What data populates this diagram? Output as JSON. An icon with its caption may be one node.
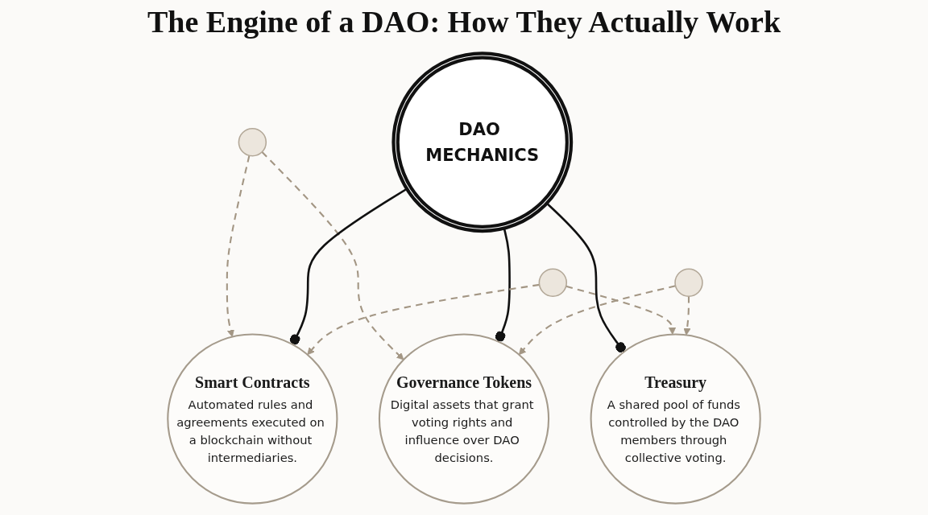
{
  "diagram": {
    "title": "The Engine of a DAO: How They Actually Work",
    "nodes": [
      {
        "text": [],
        "shape": "circle"
      },
      {
        "text": [
          "Smart Contracts",
          "Automated rules and agreements executed on a blockchain without intermediaries."
        ]
      },
      {
        "text": [
          "DAO MECHANICS"
        ]
      },
      {
        "text": [
          "Governance Tokens",
          "Digital assets that grant voting rights and influence over DAO decisions."
        ]
      },
      {
        "text": [],
        "shape": "circle"
      },
      {
        "text": [
          "Treasury",
          "A shared pool of funds controlled by the DAO members through collective voting."
        ]
      },
      {
        "text": [],
        "shape": "circle"
      }
    ],
    "edges": [
      {
        "from": 0,
        "to": 1,
        "arrow": "to",
        "style": "dashed"
      },
      {
        "from": 0,
        "to": 3,
        "arrow": "to",
        "style": "dashed"
      },
      {
        "from": 2,
        "to": 1,
        "arrow": "other",
        "color": "#111111"
      },
      {
        "from": 2,
        "to": 3,
        "arrow": "other",
        "color": "#111111"
      },
      {
        "from": 2,
        "to": 5,
        "arrow": "other",
        "color": "#111111"
      },
      {
        "from": 4,
        "to": 1,
        "arrow": "to",
        "style": "dashed"
      },
      {
        "from": 4,
        "to": 5,
        "arrow": "to",
        "style": "dashed"
      },
      {
        "from": 6,
        "to": 3,
        "arrow": "to",
        "style": "dashed"
      },
      {
        "from": 6,
        "to": 5,
        "arrow": "to",
        "style": "dashed"
      }
    ]
  }
}
